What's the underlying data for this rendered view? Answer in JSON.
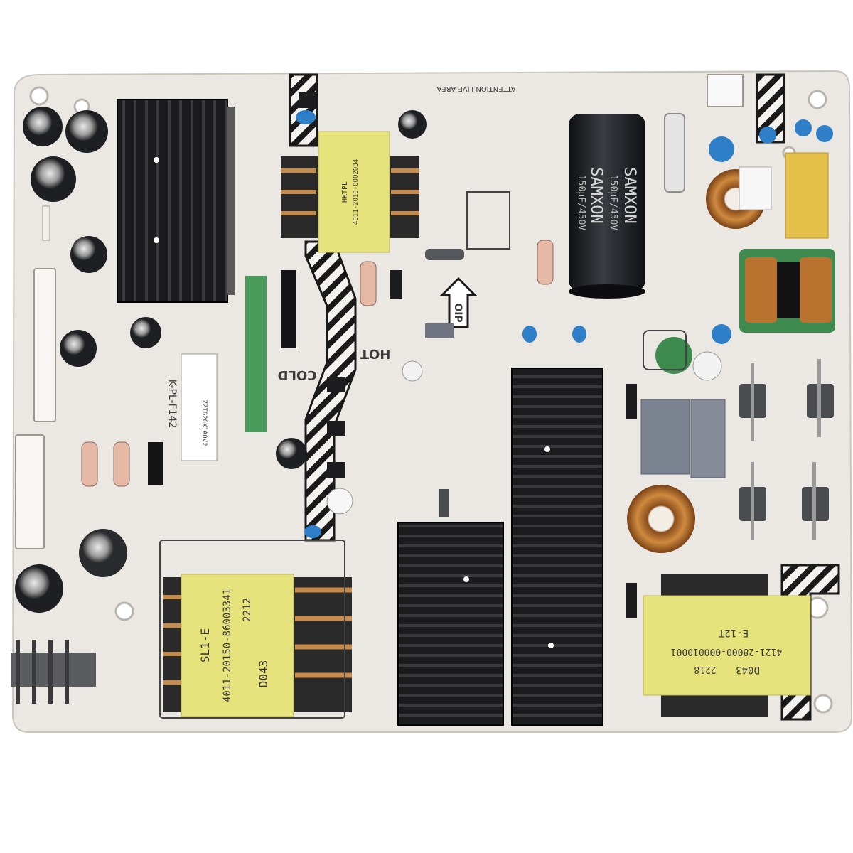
{
  "board": {
    "capacitor_brand_1": "SAMXON",
    "capacitor_brand_2": "SAMXON",
    "capacitor_rating_1": "150μF/450V",
    "capacitor_rating_2": "150μF/450V",
    "hot_label": "HOT",
    "cold_label": "COLD",
    "attention_label": "ATTENTION LIVE AREA",
    "model_label": "K-PL-F142",
    "transformer_bottom_left": {
      "line1": "SL1-E",
      "line2": "4011-20150-86003341",
      "line3": "2212",
      "line4": "D043"
    },
    "transformer_bottom_right": {
      "line1": "E-12T",
      "line2": "4121-28000-000010001",
      "line3": "2218",
      "line4": "D043"
    },
    "transformer_top": {
      "line1": "HKTPL",
      "line2": "4011-2010-0002034"
    },
    "barcode_text": "ZZTG20X1A0V2",
    "oip_label": "OIP",
    "colors": {
      "pcb": "#ebe8e3",
      "heatsink": "#1c1c1e",
      "transformer": "#e6e27c",
      "capacitor": "#1e1f22",
      "coil": "#b9732e",
      "blue_cap": "#2f7fc8",
      "xcap": "#e5c04a",
      "green": "#3f8a4f"
    }
  }
}
